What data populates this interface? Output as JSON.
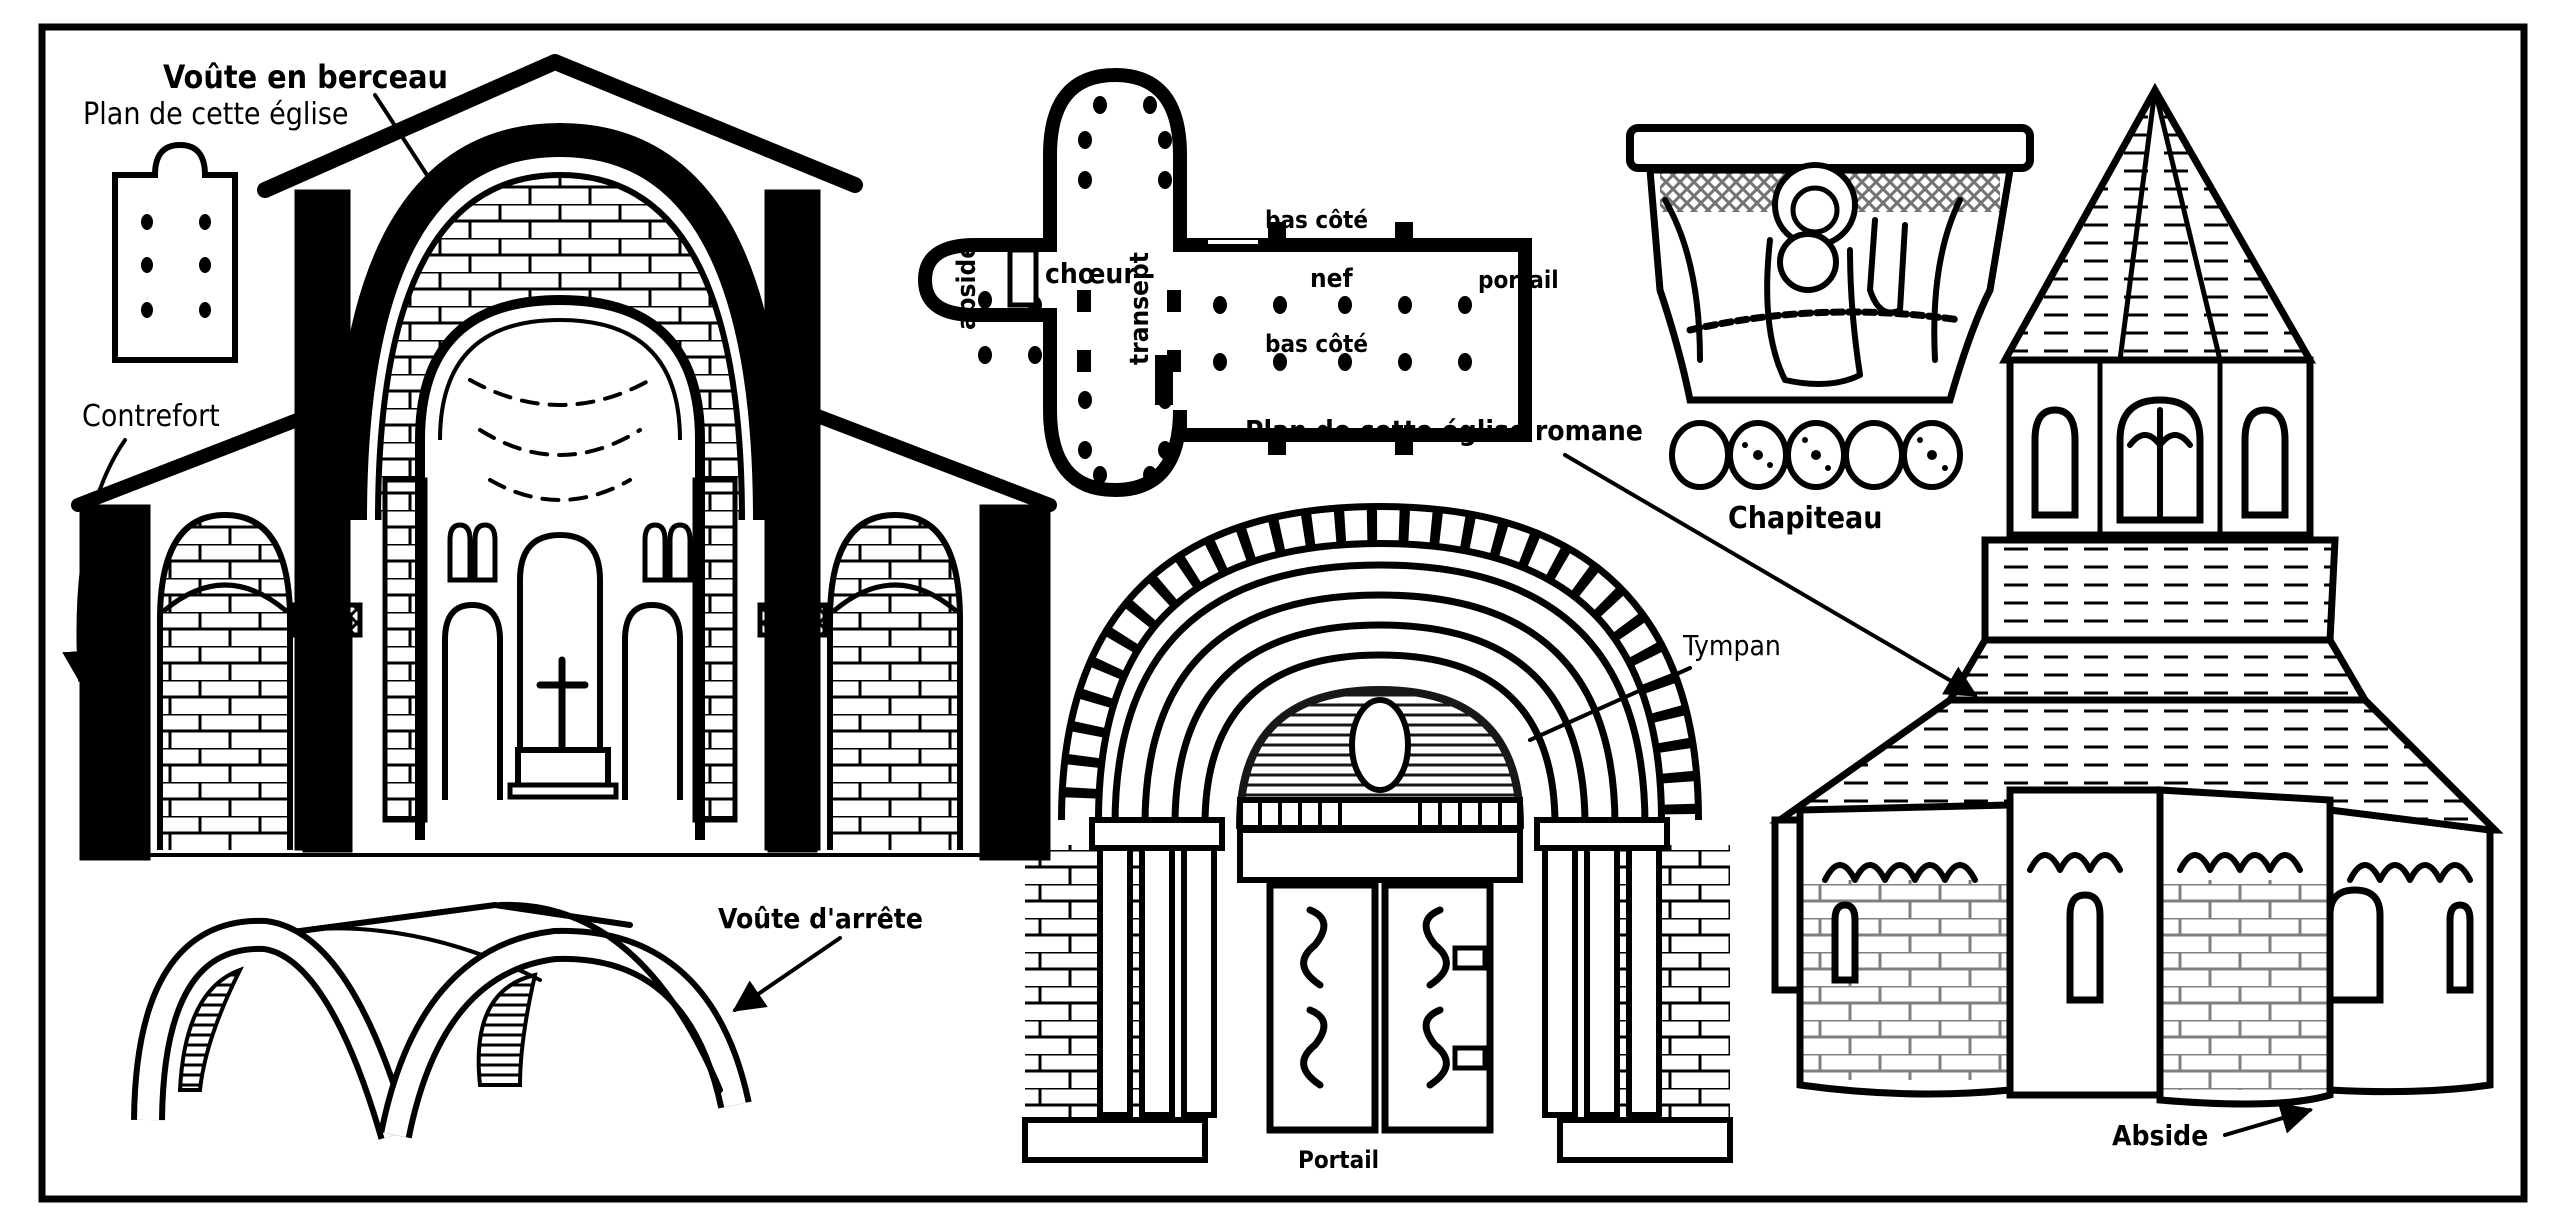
{
  "diagram": {
    "title": "Architecture romane",
    "labels": {
      "barrel_vault": "Voûte en berceau",
      "small_plan": "Plan de cette église",
      "buttress": "Contrefort",
      "apse_in_plan": "abside",
      "choir": "chœur",
      "transept": "transept",
      "aisle_top": "bas côté",
      "nave": "nef",
      "aisle_bottom": "bas côté",
      "portal_in_plan": "portail",
      "romanesque_plan": "Plan de cette église romane",
      "capital": "Chapiteau",
      "tympanum": "Tympan",
      "groin_vault": "Voûte d'arrête",
      "portal": "Portail",
      "apse": "Abside"
    },
    "sections": [
      {
        "id": "interior-section",
        "caption": "Voûte en berceau"
      },
      {
        "id": "small-floor-plan",
        "caption": "Plan de cette église"
      },
      {
        "id": "romanesque-floor-plan",
        "caption": "Plan de cette église romane"
      },
      {
        "id": "capital",
        "caption": "Chapiteau"
      },
      {
        "id": "portal",
        "caption": "Portail"
      },
      {
        "id": "bell-tower-apse",
        "caption": "Abside"
      },
      {
        "id": "groin-vault",
        "caption": "Voûte d'arrête"
      }
    ],
    "colors": {
      "ink": "#000000",
      "paper": "#ffffff"
    }
  }
}
